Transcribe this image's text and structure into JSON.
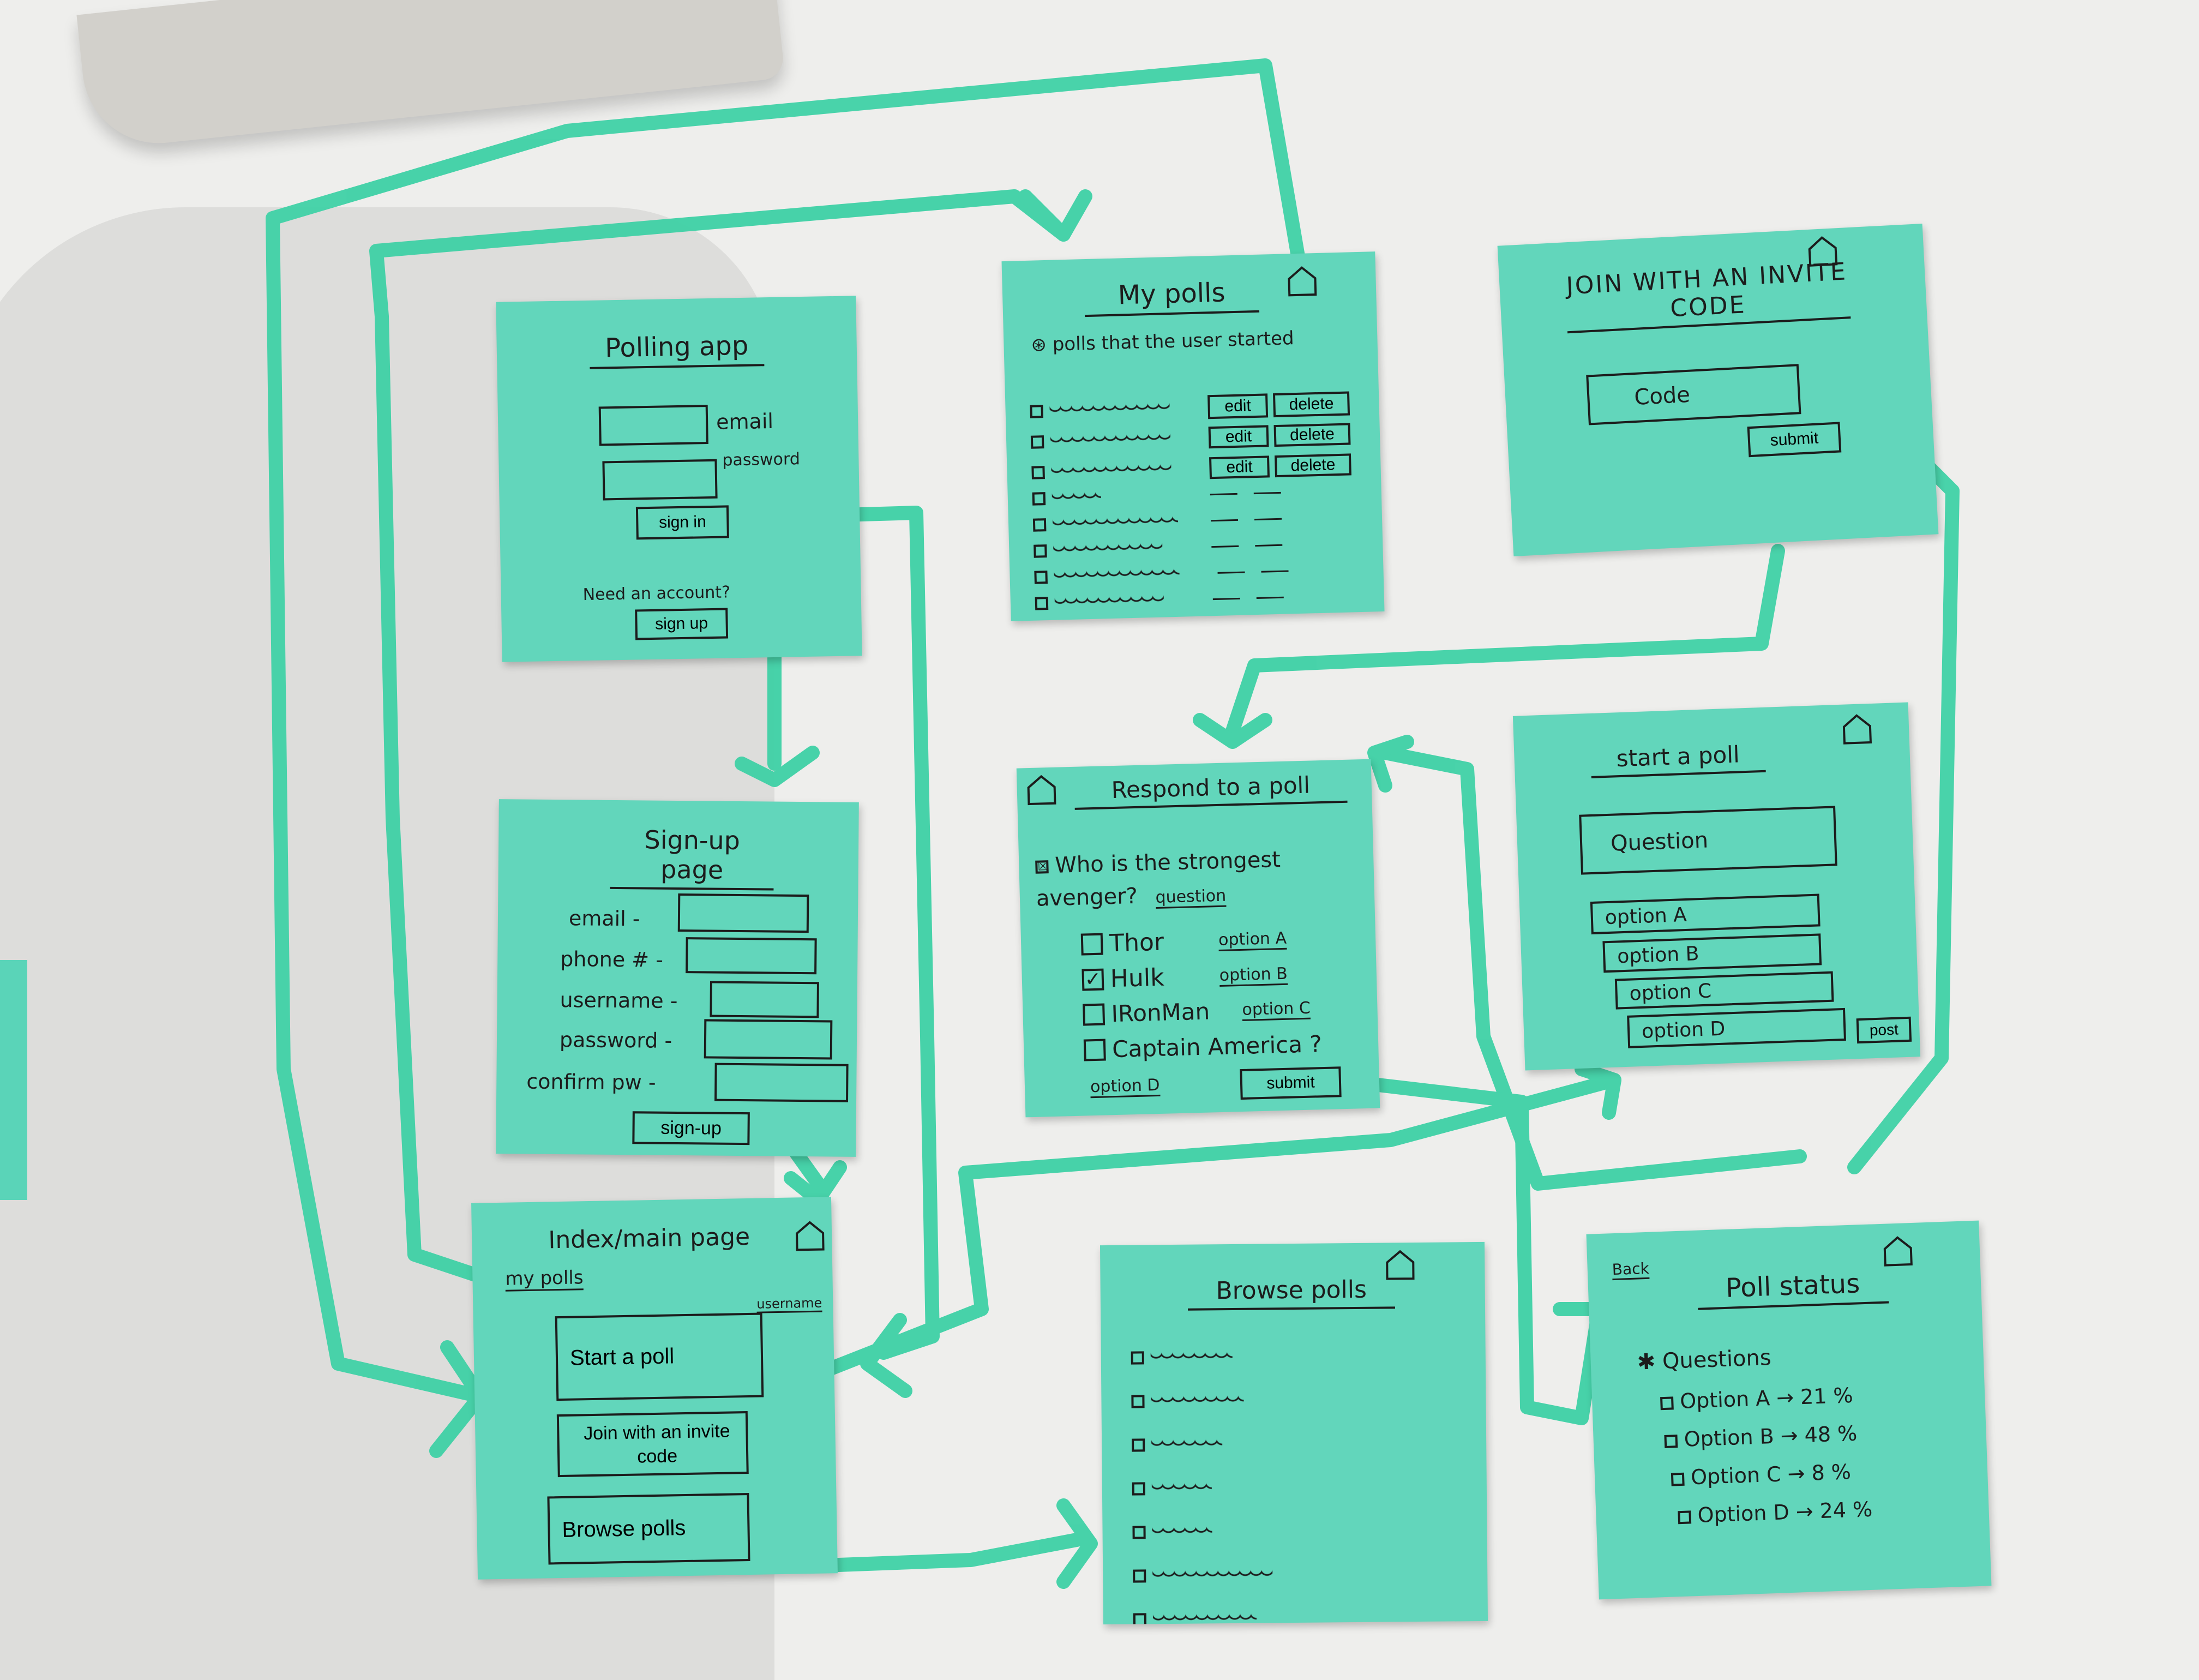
{
  "colors": {
    "note": "#62d6bb",
    "marker": "#3fd1a6",
    "ink": "#1c1c1c"
  },
  "polling_app": {
    "title": "Polling app",
    "email_label": "email",
    "password_label": "password",
    "sign_in": "sign in",
    "need_account": "Need an account?",
    "sign_up": "sign up"
  },
  "my_polls": {
    "title": "My polls",
    "subtitle": "polls that the user started",
    "edit": "edit",
    "delete": "delete",
    "home_icon": "house-icon"
  },
  "join": {
    "title": "JOIN WITH AN INVITE CODE",
    "code": "Code",
    "submit": "submit",
    "home_icon": "house-icon"
  },
  "signup_page": {
    "title": "Sign-up page",
    "fields": [
      "email -",
      "phone # -",
      "username -",
      "password -",
      "confirm pw -"
    ],
    "button": "sign-up"
  },
  "respond": {
    "title": "Respond to a poll",
    "question": "Who is the strongest avenger?",
    "question_tag": "question",
    "options": [
      {
        "label": "Thor",
        "tag": "option A",
        "checked": false
      },
      {
        "label": "Hulk",
        "tag": "option B",
        "checked": true
      },
      {
        "label": "IRonMan",
        "tag": "option C",
        "checked": false
      },
      {
        "label": "Captain America ?",
        "tag": "option D",
        "checked": false
      }
    ],
    "submit": "submit"
  },
  "start_poll": {
    "title": "start a poll",
    "question": "Question",
    "options": [
      "option A",
      "option B",
      "option C",
      "option D"
    ],
    "post": "post"
  },
  "index": {
    "title": "Index/main page",
    "my_polls": "my polls",
    "username": "username",
    "start": "Start a poll",
    "join": "Join with an invite code",
    "browse": "Browse polls"
  },
  "browse": {
    "title": "Browse polls"
  },
  "status": {
    "back": "Back",
    "title": "Poll status",
    "questions": "Questions",
    "results": [
      "Option A → 21 %",
      "Option B → 48 %",
      "Option C → 8 %",
      "Option D → 24 %"
    ]
  }
}
